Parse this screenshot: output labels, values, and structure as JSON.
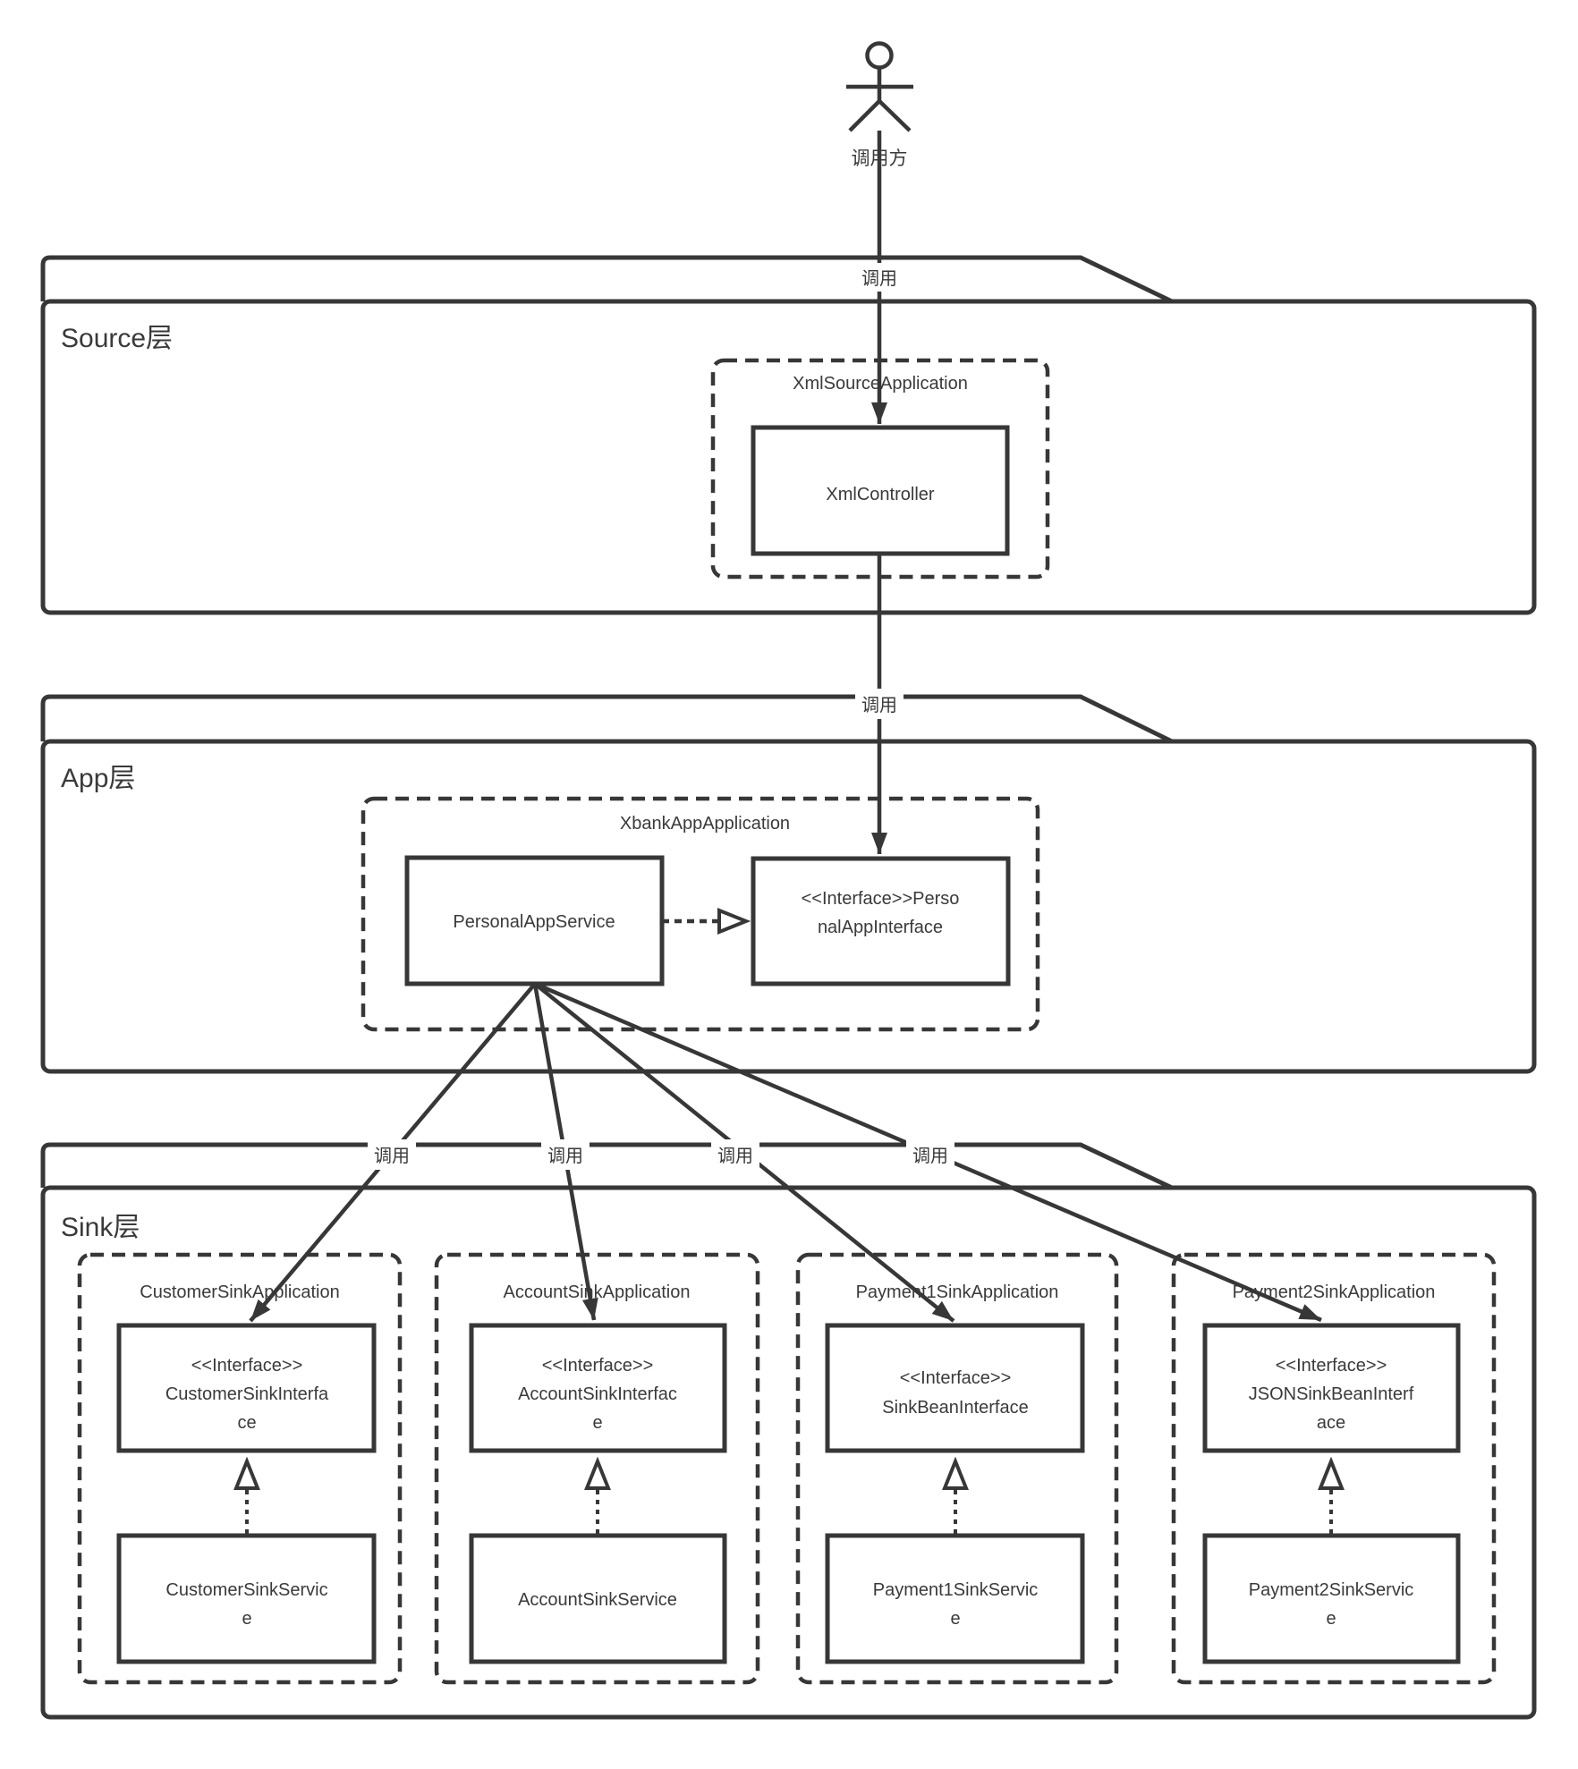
{
  "colors": {
    "stroke": "#373737",
    "text": "#3a3a3a",
    "background": "#ffffff"
  },
  "actor": {
    "label": "调用方"
  },
  "edge_label": "调用",
  "source_layer": {
    "label": "Source层",
    "container_title": "XmlSourceApplication",
    "controller": "XmlController"
  },
  "app_layer": {
    "label": "App层",
    "container_title": "XbankAppApplication",
    "service": "PersonalAppService",
    "interface_lines": [
      "<<Interface>>Perso",
      "nalAppInterface"
    ]
  },
  "sink_layer": {
    "label": "Sink层",
    "apps": [
      {
        "title": "CustomerSinkApplication",
        "interface_lines": [
          "<<Interface>>",
          "CustomerSinkInterfa",
          "ce"
        ],
        "service_lines": [
          "CustomerSinkServic",
          "e"
        ]
      },
      {
        "title": "AccountSinkApplication",
        "interface_lines": [
          "<<Interface>>",
          "AccountSinkInterfac",
          "e"
        ],
        "service_lines": [
          "AccountSinkService"
        ]
      },
      {
        "title": "Payment1SinkApplication",
        "interface_lines": [
          "<<Interface>>",
          "SinkBeanInterface"
        ],
        "service_lines": [
          "Payment1SinkServic",
          "e"
        ]
      },
      {
        "title": "Payment2SinkApplication",
        "interface_lines": [
          "<<Interface>>",
          "JSONSinkBeanInterf",
          "ace"
        ],
        "service_lines": [
          "Payment2SinkServic",
          "e"
        ]
      }
    ]
  }
}
